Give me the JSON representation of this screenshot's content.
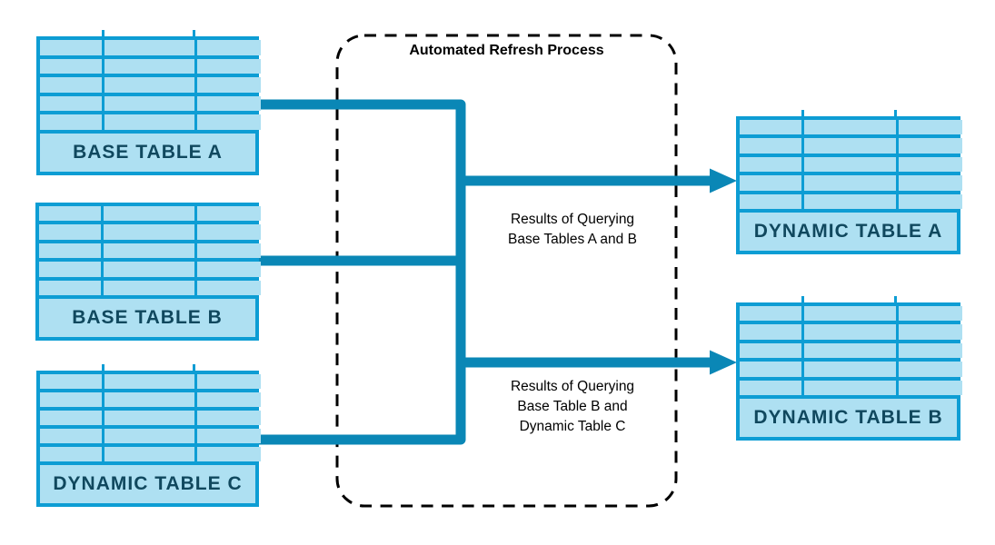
{
  "process_box": {
    "title": "Automated Refresh Process"
  },
  "tables": {
    "base_a": {
      "label": "BASE TABLE A"
    },
    "base_b": {
      "label": "BASE TABLE B"
    },
    "dynamic_c": {
      "label": "DYNAMIC TABLE C"
    },
    "dynamic_a": {
      "label": "DYNAMIC TABLE A"
    },
    "dynamic_b": {
      "label": "DYNAMIC TABLE B"
    }
  },
  "annotations": {
    "to_dynamic_a": "Results of Querying\nBase Tables A and B",
    "to_dynamic_b": "Results of Querying\nBase Table B and\nDynamic Table C"
  },
  "colors": {
    "table_fill": "#aee0f2",
    "table_border": "#0d9dd4",
    "arrow": "#0a87b6",
    "label_text": "#10485e",
    "process_border": "#000000",
    "annotation_text": "#000000"
  }
}
